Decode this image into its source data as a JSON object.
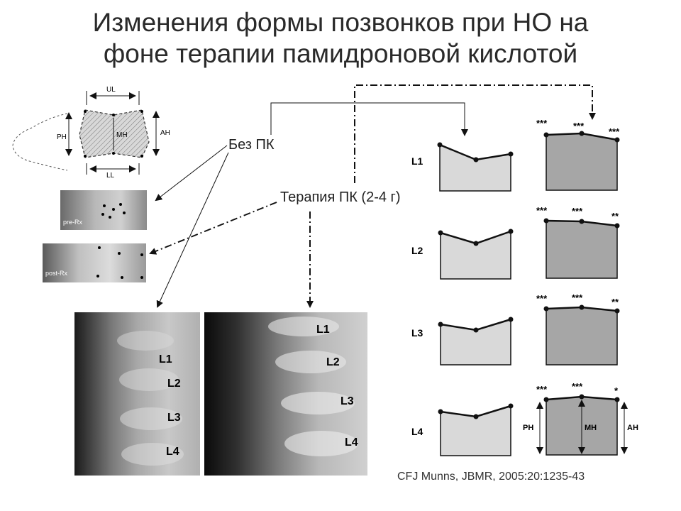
{
  "title": {
    "line1": "Изменения формы позвонков при НО на",
    "line2": "фоне терапии памидроновой кислотой"
  },
  "labels": {
    "bez_pk": "Без ПК",
    "therapy": "Терапия ПК (2-4 г)",
    "citation": "CFJ Munns, JBMR, 2005:20:1235-43"
  },
  "schematic": {
    "ul": "UL",
    "ll": "LL",
    "ph": "PH",
    "mh": "MH",
    "ah": "AH"
  },
  "xrays": {
    "pre_label": "pre-Rx",
    "post_label": "post-Rx",
    "left_levels": [
      "L1",
      "L2",
      "L3",
      "L4"
    ],
    "right_levels": [
      "L1",
      "L2",
      "L3",
      "L4"
    ]
  },
  "vertebrae": [
    {
      "level": "L1",
      "post_sig": [
        "***",
        "***",
        "***"
      ]
    },
    {
      "level": "L2",
      "post_sig": [
        "***",
        "***",
        "**"
      ]
    },
    {
      "level": "L3",
      "post_sig": [
        "***",
        "***",
        "**"
      ]
    },
    {
      "level": "L4",
      "post_sig": [
        "***",
        "***",
        "*"
      ]
    }
  ],
  "measures": {
    "ph": "PH",
    "mh": "MH",
    "ah": "AH"
  },
  "colors": {
    "pre_fill": "#d9d9d9",
    "post_fill": "#a6a6a6",
    "line": "#111111"
  }
}
